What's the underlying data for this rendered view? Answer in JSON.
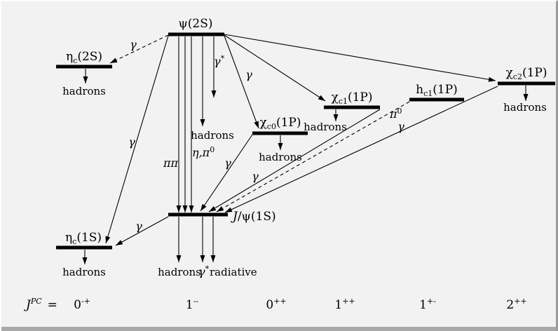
{
  "frame": {
    "background_color": "#f2f2f2",
    "bottom_bar_color": "#a9a9a9",
    "ink_color": "#000000"
  },
  "levels": [
    {
      "key": "psi2s",
      "label": {
        "base": "ψ",
        "sub": "",
        "rest": "(2S)"
      }
    },
    {
      "key": "etac2s",
      "label": {
        "base": "η",
        "sub": "c",
        "rest": "(2S)"
      }
    },
    {
      "key": "chic2",
      "label": {
        "base": "χ",
        "sub": "c2",
        "rest": "(1P)"
      }
    },
    {
      "key": "hc1",
      "label": {
        "base": "h",
        "sub": "c1",
        "rest": "(1P)"
      }
    },
    {
      "key": "chic1",
      "label": {
        "base": "χ",
        "sub": "c1",
        "rest": "(1P)"
      }
    },
    {
      "key": "chic0",
      "label": {
        "base": "χ",
        "sub": "c0",
        "rest": "(1P)"
      }
    },
    {
      "key": "jpsi",
      "label": {
        "base": "J",
        "sub": "",
        "rest": "/ψ(1S)"
      }
    },
    {
      "key": "etac1s",
      "label": {
        "base": "η",
        "sub": "c",
        "rest": "(1S)"
      }
    }
  ],
  "decay_labels": {
    "hadrons": "hadrons",
    "radiative": "radiative"
  },
  "transition_labels": {
    "gamma": "γ",
    "gamma_star": {
      "base": "γ",
      "sup": "*"
    },
    "pipi": "ππ",
    "eta_pi0": {
      "base": "η,π",
      "sup": "0"
    },
    "pi0": {
      "base": "π",
      "sup": "0"
    }
  },
  "jpc_row": {
    "prefix": {
      "base": "J",
      "sup": "PC",
      "eq": "="
    },
    "values": [
      {
        "base": "0",
        "sup": "-+"
      },
      {
        "base": "1",
        "sup": "--"
      },
      {
        "base": "0",
        "sup": "++"
      },
      {
        "base": "1",
        "sup": "++"
      },
      {
        "base": "1",
        "sup": "+-"
      },
      {
        "base": "2",
        "sup": "++"
      }
    ]
  }
}
